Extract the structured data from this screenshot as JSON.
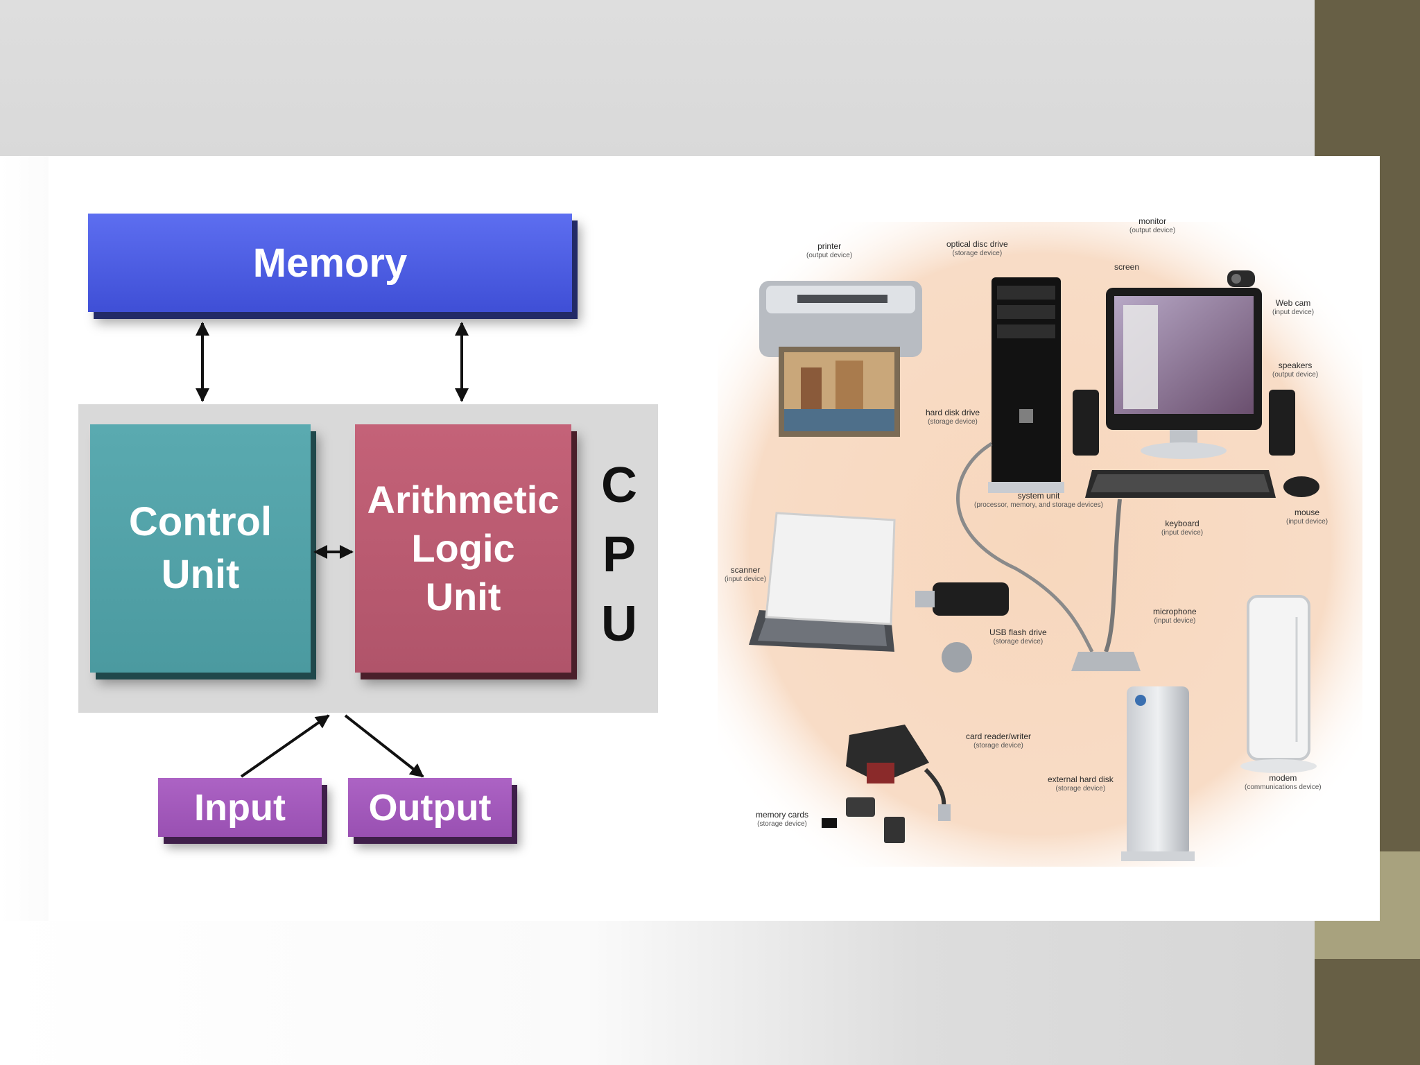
{
  "diagram": {
    "memory": "Memory",
    "control_unit": [
      "Control",
      "Unit"
    ],
    "alu": [
      "Arithmetic",
      "Logic",
      "Unit"
    ],
    "cpu_letters": [
      "C",
      "P",
      "U"
    ],
    "input": "Input",
    "output": "Output"
  },
  "colors": {
    "memory": "#4a5be3",
    "control_unit": "#4fa2a8",
    "alu": "#b85a70",
    "io": "#a25abb",
    "cpu_container": "#d9d9d9",
    "side_bar": "#675f45",
    "side_accent": "#a8a27e"
  },
  "illustration": {
    "labels": {
      "printer": {
        "name": "printer",
        "sub": "(output device)"
      },
      "optical_disc_drive": {
        "name": "optical disc drive",
        "sub": "(storage device)"
      },
      "monitor": {
        "name": "monitor",
        "sub": "(output device)"
      },
      "screen": {
        "name": "screen"
      },
      "web_cam": {
        "name": "Web cam",
        "sub": "(input device)"
      },
      "speakers": {
        "name": "speakers",
        "sub": "(output device)"
      },
      "hard_disk_drive": {
        "name": "hard disk drive",
        "sub": "(storage device)"
      },
      "system_unit": {
        "name": "system unit",
        "sub": "(processor, memory, and storage devices)"
      },
      "keyboard": {
        "name": "keyboard",
        "sub": "(input device)"
      },
      "mouse": {
        "name": "mouse",
        "sub": "(input device)"
      },
      "scanner": {
        "name": "scanner",
        "sub": "(input device)"
      },
      "usb_flash_drive": {
        "name": "USB flash drive",
        "sub": "(storage device)"
      },
      "microphone": {
        "name": "microphone",
        "sub": "(input device)"
      },
      "card_reader": {
        "name": "card reader/writer",
        "sub": "(storage device)"
      },
      "external_hard_disk": {
        "name": "external hard disk",
        "sub": "(storage device)"
      },
      "modem": {
        "name": "modem",
        "sub": "(communications device)"
      },
      "memory_cards": {
        "name": "memory cards",
        "sub": "(storage device)"
      }
    }
  }
}
